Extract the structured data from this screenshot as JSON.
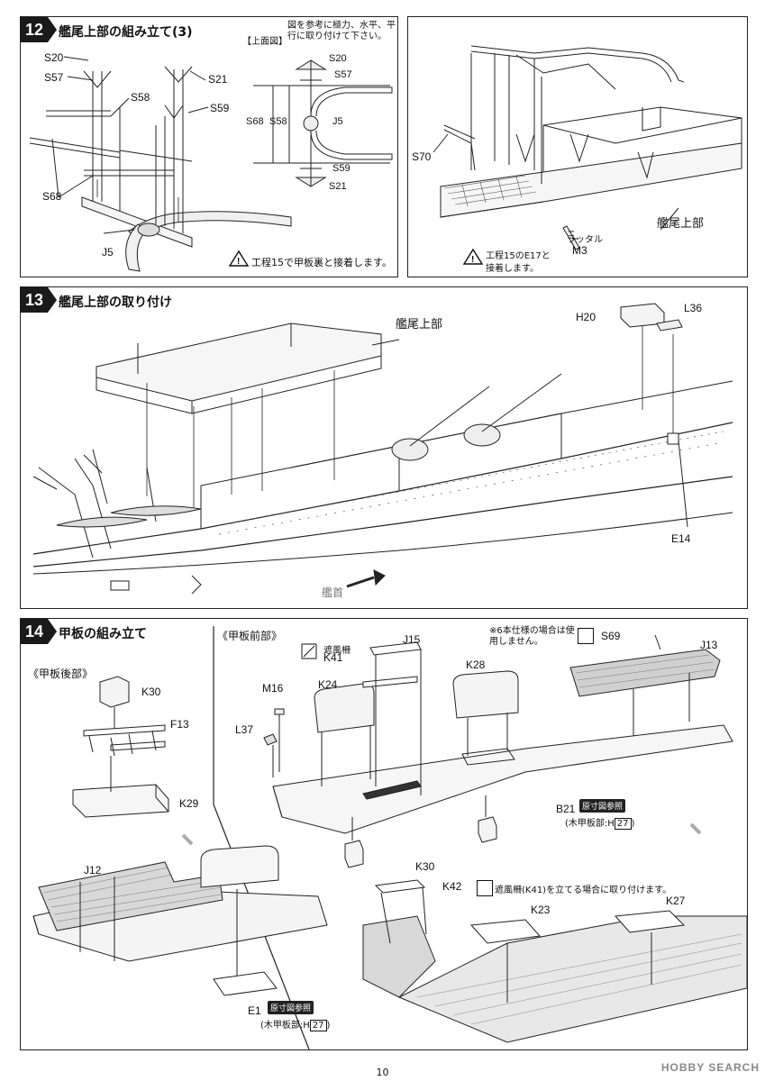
{
  "step12": {
    "number": "12",
    "title": "艦尾上部の組み立て(3)",
    "top_view_label": "【上面図】",
    "top_view_note": "図を参考に極力、水平、平行に取り付けて下さい。",
    "labels": [
      "S20",
      "S57",
      "S58",
      "S21",
      "S59",
      "S68",
      "J5"
    ],
    "top_labels": [
      "S20",
      "S57",
      "S68",
      "S58",
      "J5",
      "S59",
      "S21"
    ],
    "warn_left": "工程15で甲板裏と接着します。",
    "right_labels": [
      "S70",
      "艦尾上部",
      "ラッタル",
      "M3"
    ],
    "warn_right_1": "工程15のE17と",
    "warn_right_2": "接着します。"
  },
  "step13": {
    "number": "13",
    "title": "艦尾上部の取り付け",
    "labels": [
      "艦尾上部",
      "H20",
      "L36",
      "E14"
    ],
    "bow": "艦首"
  },
  "step14": {
    "number": "14",
    "title": "甲板の組み立て",
    "rear": "《甲板後部》",
    "front": "《甲板前部》",
    "note6": "※6本仕様の場合は使用しません。",
    "windscreen": "遮風柵",
    "rear_labels": [
      "K30",
      "F13",
      "K29",
      "J12",
      "E1"
    ],
    "front_labels": [
      "K41",
      "J15",
      "K28",
      "S69",
      "J13",
      "M16",
      "K24",
      "L37",
      "B21",
      "K30",
      "K42",
      "K23",
      "K27"
    ],
    "ref": "原寸図参照",
    "wood_b21": "(木甲板部:H",
    "ref_num": "27",
    "wood_close": ")",
    "k42_note": "遮風柵(K41)を立てる場合に取り付けます。"
  },
  "page_number": "10",
  "watermark": "HOBBY SEARCH"
}
